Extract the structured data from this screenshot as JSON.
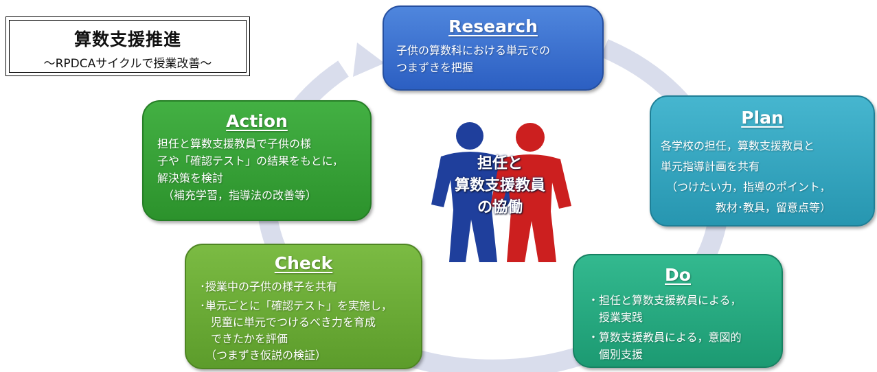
{
  "title": {
    "main": "算数支援推進",
    "sub": "～RPDCAサイクルで授業改善～"
  },
  "center": {
    "line1": "担任と",
    "line2": "算数支援教員",
    "line3": "の協働"
  },
  "research": {
    "heading": "Research",
    "lines": [
      "子供の算数科における単元での",
      "つまずきを把握"
    ]
  },
  "plan": {
    "heading": "Plan",
    "lines": [
      "各学校の担任，算数支援教員と",
      "単元指導計画を共有",
      "　（つけたい力，指導のポイント，",
      "　　　　　教材･教具，留意点等）"
    ]
  },
  "do": {
    "heading": "Do",
    "lines": [
      "・担任と算数支援教員による，",
      "　授業実践",
      "・算数支援教員による，意図的",
      "　個別支援"
    ]
  },
  "check": {
    "heading": "Check",
    "lines": [
      "･授業中の子供の様子を共有",
      "･単元ごとに「確認テスト」を実施し，",
      "　児童に単元でつけるべき力を育成",
      "　できたかを評価",
      "　（つまずき仮説の検証）"
    ]
  },
  "action": {
    "heading": "Action",
    "lines": [
      "担任と算数支援教員で子供の様",
      "子や「確認テスト」の結果をもとに，",
      "解決策を検討",
      "　（補充学習，指導法の改善等）"
    ]
  },
  "colors": {
    "research": "#3a6fd0",
    "plan": "#35a8c2",
    "do": "#27ab82",
    "check": "#6dae37",
    "action": "#38a238",
    "ring": "#d9ddec",
    "person_blue": "#1f3f9c",
    "person_red": "#cc1f1f"
  }
}
